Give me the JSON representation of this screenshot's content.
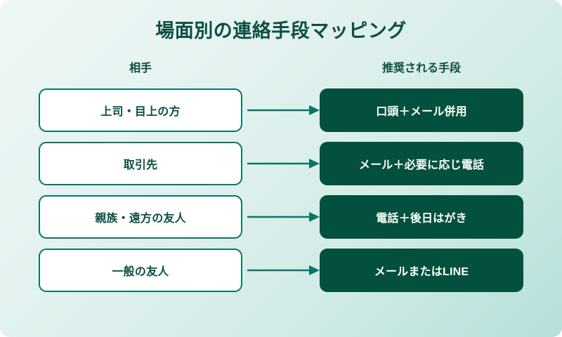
{
  "diagram": {
    "title": "場面別の連絡手段マッピング",
    "headers": {
      "left": "相手",
      "right": "推奨される手段"
    },
    "colors": {
      "background_from": "#eef7f6",
      "background_to": "#b5e0da",
      "title_text": "#0c4f40",
      "source_border": "#0b7566",
      "source_fill": "#ffffff",
      "source_text": "#0c4f40",
      "target_fill": "#02503d",
      "target_text": "#ffffff",
      "arrow": "#0b7566"
    },
    "rows": [
      {
        "source": "上司・目上の方",
        "target": "口頭＋メール併用",
        "arrow": "arrow-right-icon"
      },
      {
        "source": "取引先",
        "target": "メール＋必要に応じ電話",
        "arrow": "arrow-right-icon"
      },
      {
        "source": "親族・遠方の友人",
        "target": "電話＋後日はがき",
        "arrow": "arrow-right-icon"
      },
      {
        "source": "一般の友人",
        "target": "メールまたはLINE",
        "arrow": "arrow-right-icon"
      }
    ]
  }
}
